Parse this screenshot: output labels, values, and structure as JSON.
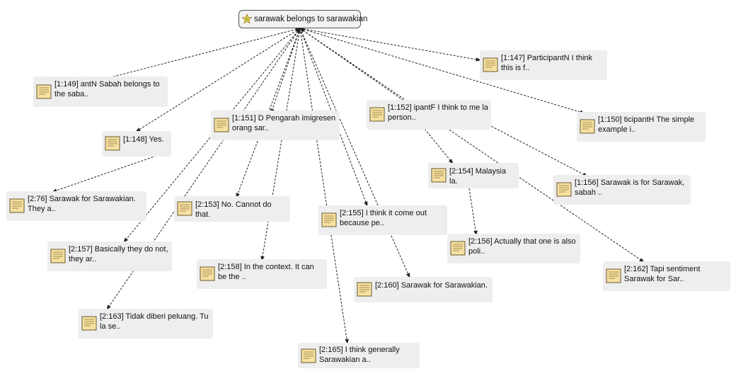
{
  "root": {
    "label": "sarawak belongs to sarawakian",
    "icon": "code-family-icon"
  },
  "node_icon": "document-icon",
  "nodes": [
    {
      "id": "n147",
      "label": "[1:147] ParticipantN I think this is f.."
    },
    {
      "id": "n149",
      "label": "[1:149] antN Sabah belongs to the saba.."
    },
    {
      "id": "n148",
      "label": "[1:148] Yes."
    },
    {
      "id": "n151",
      "label": "[1:151] D Pengarah imigresen orang sar.."
    },
    {
      "id": "n152",
      "label": "[1:152] ipantF I think to me la person.."
    },
    {
      "id": "n150",
      "label": "[1:150] ticipantH The simple example i.."
    },
    {
      "id": "n276",
      "label": "[2:76] Sarawak for Sarawakian. They a.."
    },
    {
      "id": "n2153",
      "label": "[2:153] No. Cannot do that."
    },
    {
      "id": "n2154",
      "label": "[2:154] Malaysia la."
    },
    {
      "id": "n1156",
      "label": "[1:156] Sarawak is for Sarawak, sabah .."
    },
    {
      "id": "n2155",
      "label": "[2:155] I think it come out because pe.."
    },
    {
      "id": "n2157",
      "label": "[2:157] Basically they do not, they ar.."
    },
    {
      "id": "n2156",
      "label": "[2:156] Actually that one is also poli.."
    },
    {
      "id": "n2158",
      "label": "[2:158] In the context. It can be the .."
    },
    {
      "id": "n2162",
      "label": "[2:162] Tapi sentiment Sarawak for Sar.."
    },
    {
      "id": "n2160",
      "label": "[2:160] Sarawak for Sarawakian."
    },
    {
      "id": "n2163",
      "label": "[2:163] Tidak diberi peluang. Tu la se.."
    },
    {
      "id": "n2165",
      "label": "[2:165] I think generally Sarawakian a.."
    }
  ],
  "edges": [
    {
      "from": "root",
      "to": "n147",
      "style": "dashed",
      "arrows": "both"
    },
    {
      "from": "root",
      "to": "n149",
      "style": "dashed",
      "arrows": "both"
    },
    {
      "from": "root",
      "to": "n148",
      "style": "dashed",
      "arrows": "both"
    },
    {
      "from": "root",
      "to": "n151",
      "style": "dashed",
      "arrows": "both"
    },
    {
      "from": "root",
      "to": "n152",
      "style": "dashed",
      "arrows": "both"
    },
    {
      "from": "root",
      "to": "n150",
      "style": "dashed",
      "arrows": "both"
    },
    {
      "from": "root",
      "to": "n2157",
      "style": "dashed",
      "arrows": "end"
    },
    {
      "from": "root",
      "to": "n2153",
      "style": "dashed",
      "arrows": "end"
    },
    {
      "from": "root",
      "to": "n2158",
      "style": "dashed",
      "arrows": "end"
    },
    {
      "from": "root",
      "to": "n2155",
      "style": "dashed",
      "arrows": "end"
    },
    {
      "from": "root",
      "to": "n2160",
      "style": "dashed",
      "arrows": "end"
    },
    {
      "from": "root",
      "to": "n2165",
      "style": "dashed",
      "arrows": "end"
    },
    {
      "from": "root",
      "to": "n2163",
      "style": "dashed",
      "arrows": "end"
    },
    {
      "from": "root",
      "to": "n2162",
      "style": "dashed",
      "arrows": "end"
    },
    {
      "from": "n148",
      "to": "n276",
      "style": "dashed",
      "arrows": "end"
    },
    {
      "from": "n152",
      "to": "n2154",
      "style": "dashed",
      "arrows": "end"
    },
    {
      "from": "n152",
      "to": "n1156",
      "style": "dashed",
      "arrows": "end"
    },
    {
      "from": "n2154",
      "to": "n2156",
      "style": "dashed",
      "arrows": "end"
    }
  ]
}
